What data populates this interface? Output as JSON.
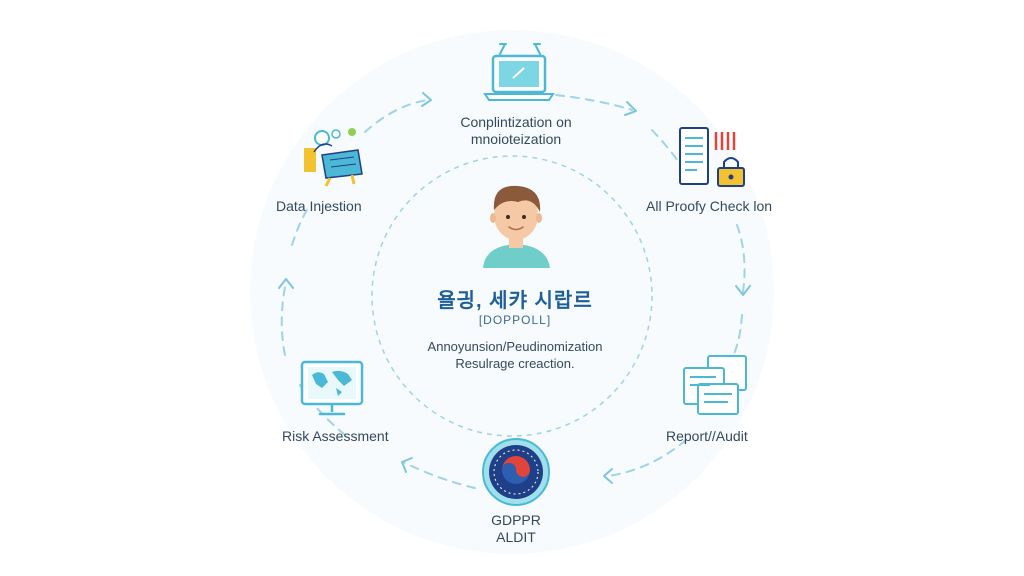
{
  "center": {
    "title": "욜긩, 세캬 시랍르",
    "subtitle": "[DOPPOLL]",
    "desc_line1": "Annoyunsion/Peudinomization",
    "desc_line2": "Resulrage creaction."
  },
  "nodes": {
    "top": {
      "line1": "Conplintization on",
      "line2": "mnoioteization",
      "icon": "laptop-icon"
    },
    "right_upper": {
      "label": "All Proofy Check lon",
      "icon": "document-lock-icon"
    },
    "right_lower": {
      "label": "Report//Audit",
      "icon": "report-documents-icon"
    },
    "bottom": {
      "line1": "GDPPR",
      "line2": "ALDIT",
      "icon": "korea-emblem-icon"
    },
    "left_lower": {
      "label": "Risk Assessment",
      "icon": "world-map-monitor-icon"
    },
    "left_upper": {
      "label": "Data Injestion",
      "icon": "data-injection-icon"
    }
  },
  "colors": {
    "accent": "#4bb8d6",
    "dash": "#9fd3e6",
    "yellow": "#f2c230",
    "navy": "#1f3f88",
    "red": "#e0443a"
  }
}
